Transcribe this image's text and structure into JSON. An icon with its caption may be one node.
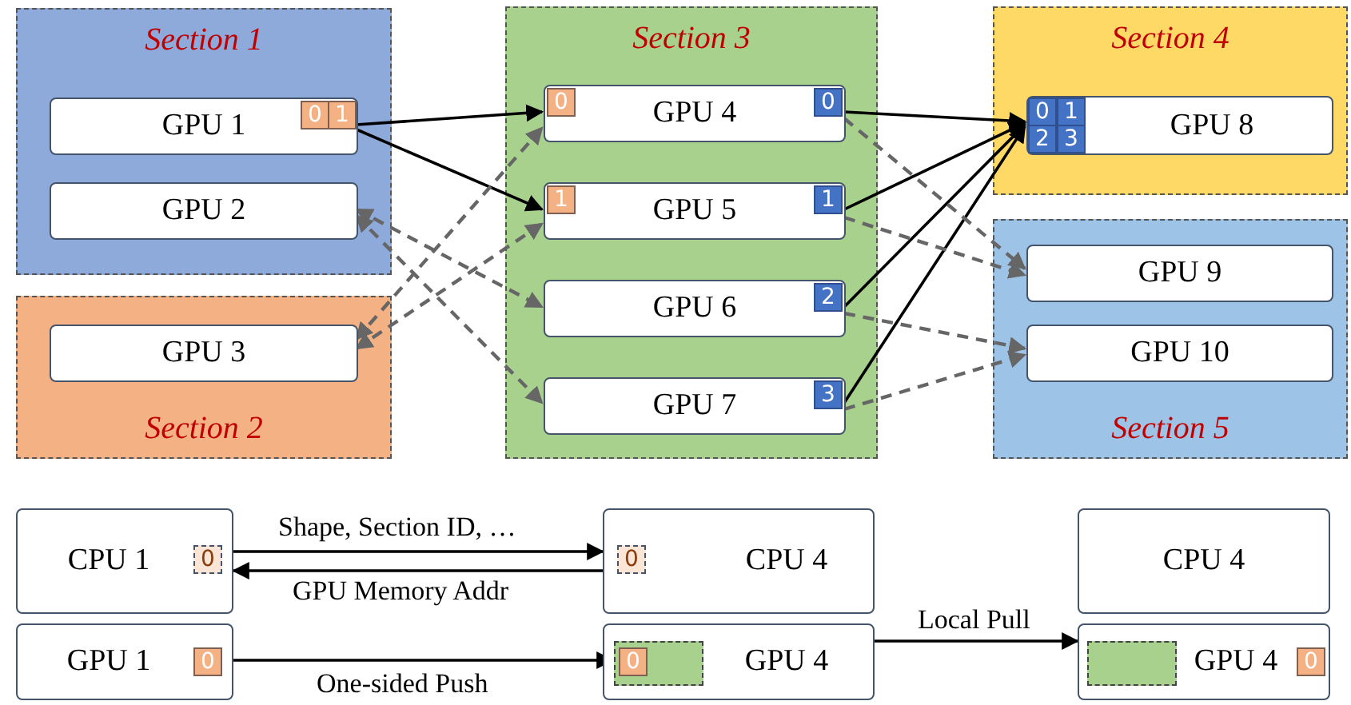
{
  "diagram": {
    "nodes": [
      {
        "text": [
          "Section 1"
        ]
      },
      {
        "text": [
          "GPU 1",
          "0",
          "1"
        ],
        "in": 0
      },
      {
        "text": [
          "GPU 2"
        ],
        "in": 0
      },
      {
        "text": [
          "Section 2"
        ]
      },
      {
        "text": [
          "GPU 3"
        ],
        "in": 3
      },
      {
        "text": [
          "Section 3"
        ]
      },
      {
        "text": [
          "0",
          "GPU 4",
          "0"
        ],
        "in": 5
      },
      {
        "text": [
          "1",
          "GPU 5",
          "1"
        ],
        "in": 5
      },
      {
        "text": [
          "GPU 6",
          "2"
        ],
        "in": 5
      },
      {
        "text": [
          "GPU 7",
          "3"
        ],
        "in": 5
      },
      {
        "text": [
          "Section 4"
        ]
      },
      {
        "text": [
          "0",
          "1",
          "2",
          "3",
          "GPU 8"
        ],
        "in": 10
      },
      {
        "text": [
          "Section 5"
        ]
      },
      {
        "text": [
          "GPU 9"
        ],
        "in": 12
      },
      {
        "text": [
          "GPU 10"
        ],
        "in": 12
      },
      {
        "text": [
          "CPU 1",
          "0"
        ]
      },
      {
        "text": [
          "0",
          "CPU 4"
        ]
      },
      {
        "text": [
          "GPU 1",
          "0"
        ]
      },
      {
        "text": [
          "GPU 4"
        ]
      },
      {
        "text": [
          "0"
        ],
        "in": 18
      },
      {
        "text": [
          "CPU 4"
        ]
      },
      {
        "text": [
          "GPU 4",
          "0"
        ]
      },
      {
        "text": [],
        "shape": "box",
        "in": 21
      }
    ],
    "edges": [
      {
        "from": 1,
        "to": 6,
        "arrow": "to"
      },
      {
        "from": 1,
        "to": 7,
        "arrow": "to"
      },
      {
        "from": 4,
        "to": 6,
        "arrow": "both",
        "style": "dashed",
        "color": "#666666"
      },
      {
        "from": 4,
        "to": 7,
        "arrow": "both",
        "style": "dashed",
        "color": "#666666"
      },
      {
        "from": 2,
        "to": 8,
        "arrow": "both",
        "style": "dashed",
        "color": "#666666"
      },
      {
        "from": 2,
        "to": 9,
        "arrow": "both",
        "style": "dashed",
        "color": "#666666"
      },
      {
        "from": 6,
        "to": 11,
        "arrow": "to"
      },
      {
        "from": 7,
        "to": 11,
        "arrow": "to"
      },
      {
        "from": 8,
        "to": 11,
        "arrow": "to"
      },
      {
        "from": 9,
        "to": 11,
        "arrow": "to"
      },
      {
        "from": 6,
        "to": 13,
        "arrow": "to",
        "style": "dashed",
        "color": "#666666"
      },
      {
        "from": 7,
        "to": 13,
        "arrow": "to",
        "style": "dashed",
        "color": "#666666"
      },
      {
        "from": 8,
        "to": 14,
        "arrow": "to",
        "style": "dashed",
        "color": "#666666"
      },
      {
        "from": 9,
        "to": 14,
        "arrow": "to",
        "style": "dashed",
        "color": "#666666"
      },
      {
        "from": 15,
        "to": 16,
        "arrow": "to",
        "label": "Shape, Section ID, …"
      },
      {
        "from": 16,
        "to": 15,
        "arrow": "to",
        "label": "GPU Memory Addr"
      },
      {
        "from": 17,
        "to": 19,
        "arrow": "to",
        "label": "One-sided Push"
      },
      {
        "from": 18,
        "to": 21,
        "arrow": "to",
        "label": "Local Pull"
      }
    ]
  }
}
